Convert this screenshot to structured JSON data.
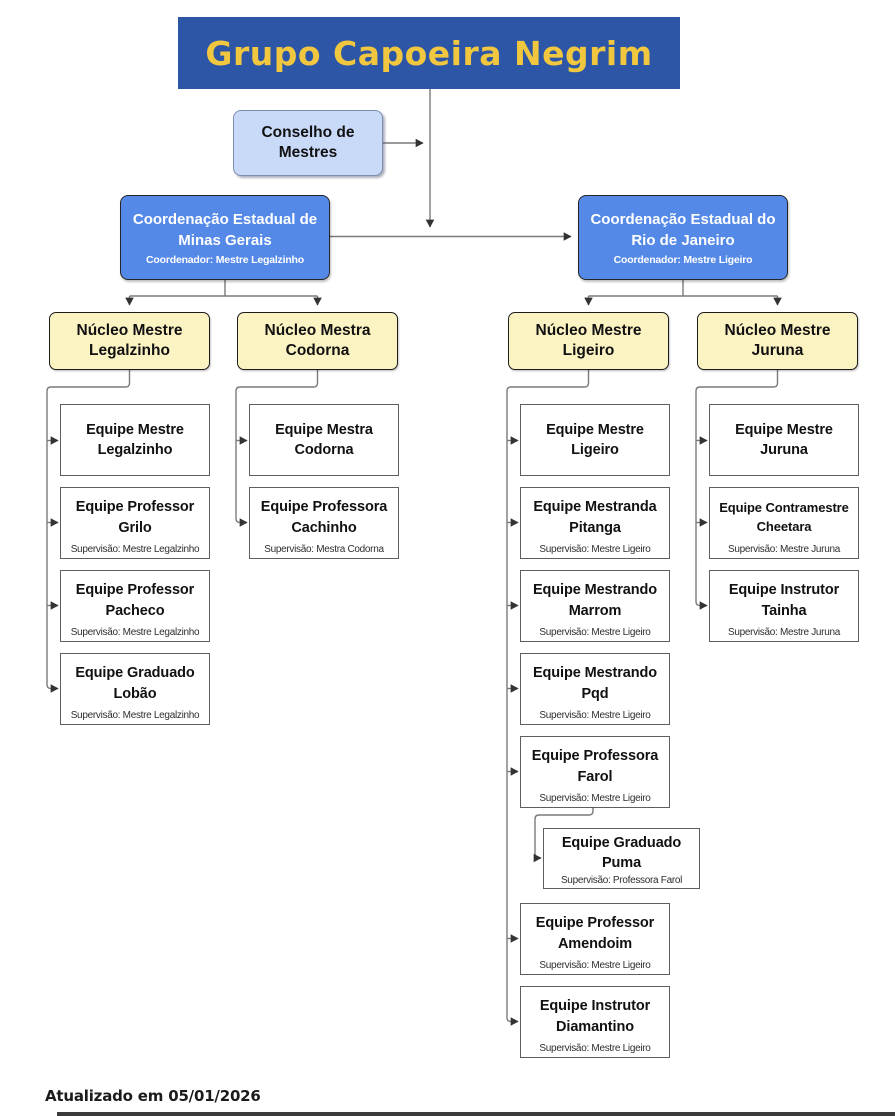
{
  "page": {
    "title": "Grupo Capoeira Negrim",
    "footer": "Atualizado em 05/01/2026"
  },
  "colors": {
    "title_bg": "#2E56A6",
    "title_text": "#F0C73E",
    "council_bg": "#C9DAF8",
    "coordination_bg": "#5589E8",
    "nucleus_bg": "#FCF3C3",
    "team_bg": "#FFFFFF",
    "connector": "#7a7a7a"
  },
  "council": {
    "label": "Conselho de Mestres"
  },
  "coordinations": [
    {
      "title": "Coordenação Estadual de Minas Gerais",
      "subtitle": "Coordenador: Mestre Legalzinho"
    },
    {
      "title": "Coordenação Estadual do Rio de Janeiro",
      "subtitle": "Coordenador: Mestre Ligeiro"
    }
  ],
  "nucleos": [
    {
      "title": "Núcleo Mestre Legalzinho"
    },
    {
      "title": "Núcleo Mestra Codorna"
    },
    {
      "title": "Núcleo Mestre Ligeiro"
    },
    {
      "title": "Núcleo Mestre Juruna"
    }
  ],
  "teams": {
    "legalzinho": [
      {
        "title": "Equipe Mestre Legalzinho"
      },
      {
        "title": "Equipe Professor Grilo",
        "supervision": "Supervisão: Mestre Legalzinho"
      },
      {
        "title": "Equipe Professor Pacheco",
        "supervision": "Supervisão: Mestre Legalzinho"
      },
      {
        "title": "Equipe Graduado Lobão",
        "supervision": "Supervisão: Mestre Legalzinho"
      }
    ],
    "codorna": [
      {
        "title": "Equipe Mestra Codorna"
      },
      {
        "title": "Equipe Professora Cachinho",
        "supervision": "Supervisão: Mestra Codorna"
      }
    ],
    "ligeiro": [
      {
        "title": "Equipe Mestre Ligeiro"
      },
      {
        "title": "Equipe Mestranda Pitanga",
        "supervision": "Supervisão: Mestre Ligeiro"
      },
      {
        "title": "Equipe Mestrando Marrom",
        "supervision": "Supervisão: Mestre Ligeiro"
      },
      {
        "title": "Equipe Mestrando Pqd",
        "supervision": "Supervisão: Mestre Ligeiro"
      },
      {
        "title": "Equipe Professora Farol",
        "supervision": "Supervisão: Mestre Ligeiro"
      },
      {
        "title": "Equipe Graduado Puma",
        "supervision": "Supervisão: Professora Farol"
      },
      {
        "title": "Equipe Professor Amendoim",
        "supervision": "Supervisão: Mestre Ligeiro"
      },
      {
        "title": "Equipe Instrutor Diamantino",
        "supervision": "Supervisão: Mestre Ligeiro"
      }
    ],
    "juruna": [
      {
        "title": "Equipe Mestre Juruna"
      },
      {
        "title": "Equipe Contramestre Cheetara",
        "supervision": "Supervisão: Mestre Juruna"
      },
      {
        "title": "Equipe Instrutor Tainha",
        "supervision": "Supervisão: Mestre Juruna"
      }
    ]
  }
}
